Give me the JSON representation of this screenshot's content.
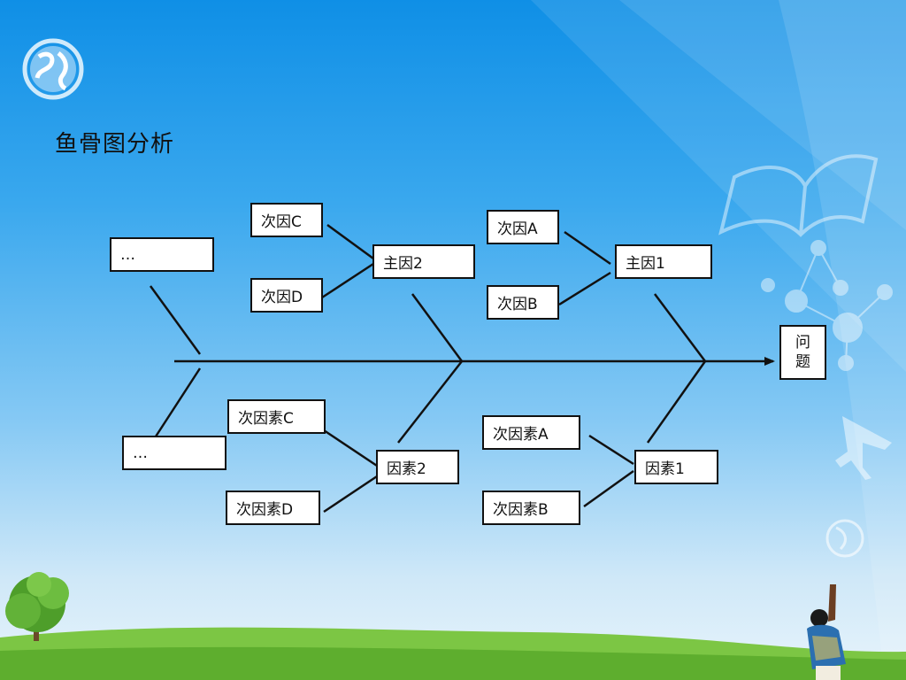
{
  "title": "鱼骨图分析",
  "problem": [
    "问",
    "题"
  ],
  "main_causes_top": {
    "main1": "主因1",
    "main2": "主因2"
  },
  "sub_causes_top": {
    "a": "次因A",
    "b": "次因B",
    "c": "次因C",
    "d": "次因D"
  },
  "factors_bottom": {
    "f1": "因素1",
    "f2": "因素2"
  },
  "sub_factors_bottom": {
    "a": "次因素A",
    "b": "次因素B",
    "c": "次因素C",
    "d": "次因素D"
  },
  "ellipsis_top": "…",
  "ellipsis_bottom": "…",
  "colors": {
    "sky_top": "#0f8fe6",
    "sky_bottom": "#e8f4fb",
    "grass": "#6fbf3a",
    "line": "#111111"
  }
}
